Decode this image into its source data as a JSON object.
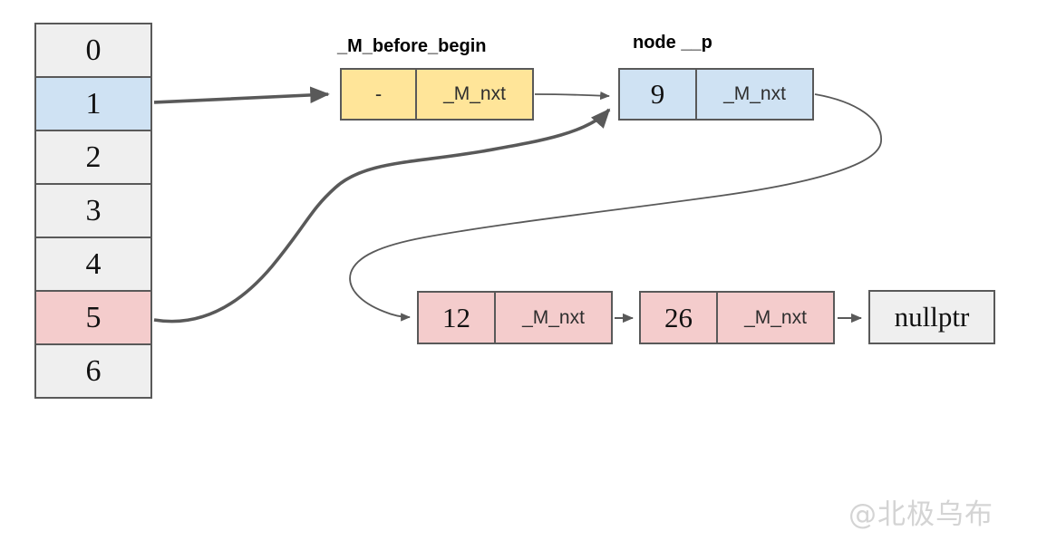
{
  "diagram": {
    "title": "hashtable buckets with before-begin node diagram",
    "bucket_array": {
      "cells": [
        {
          "label": "0",
          "variant": "gray"
        },
        {
          "label": "1",
          "variant": "blue"
        },
        {
          "label": "2",
          "variant": "gray"
        },
        {
          "label": "3",
          "variant": "gray"
        },
        {
          "label": "4",
          "variant": "gray"
        },
        {
          "label": "5",
          "variant": "pink"
        },
        {
          "label": "6",
          "variant": "gray"
        }
      ]
    },
    "nodes": {
      "before_begin": {
        "title": "_M_before_begin",
        "value": "-",
        "next_label": "_M_nxt",
        "fill": "#ffe599"
      },
      "node_p": {
        "title": "node __p",
        "value": "9",
        "next_label": "_M_nxt",
        "fill": "#cfe2f3"
      },
      "node_12": {
        "value": "12",
        "next_label": "_M_nxt",
        "fill": "#f4cccc"
      },
      "node_26": {
        "value": "26",
        "next_label": "_M_nxt",
        "fill": "#f4cccc"
      },
      "nullptr": {
        "label": "nullptr",
        "fill": "#efefef"
      }
    },
    "edges": [
      {
        "name": "bucket1-to-before-begin",
        "from": "bucket 1",
        "to": "_M_before_begin",
        "weight": "thick"
      },
      {
        "name": "before-begin-to-node-p",
        "from": "_M_before_begin._M_nxt",
        "to": "node __p",
        "weight": "thin"
      },
      {
        "name": "bucket5-to-node-p",
        "from": "bucket 5",
        "to": "node __p",
        "weight": "thick"
      },
      {
        "name": "node-p-to-node-12",
        "from": "node __p._M_nxt",
        "to": "node 12",
        "weight": "thin"
      },
      {
        "name": "node-12-to-node-26",
        "from": "node 12._M_nxt",
        "to": "node 26",
        "weight": "thin"
      },
      {
        "name": "node-26-to-nullptr",
        "from": "node 26._M_nxt",
        "to": "nullptr",
        "weight": "thin"
      }
    ],
    "colors": {
      "cell_gray": "#efefef",
      "cell_blue": "#cfe2f3",
      "cell_pink": "#f4cccc",
      "cell_yellow": "#ffe599",
      "border": "#595959",
      "arrow": "#595959",
      "text": "#111111",
      "watermark": "#d4d4d4"
    },
    "watermark": "@北极乌布"
  }
}
